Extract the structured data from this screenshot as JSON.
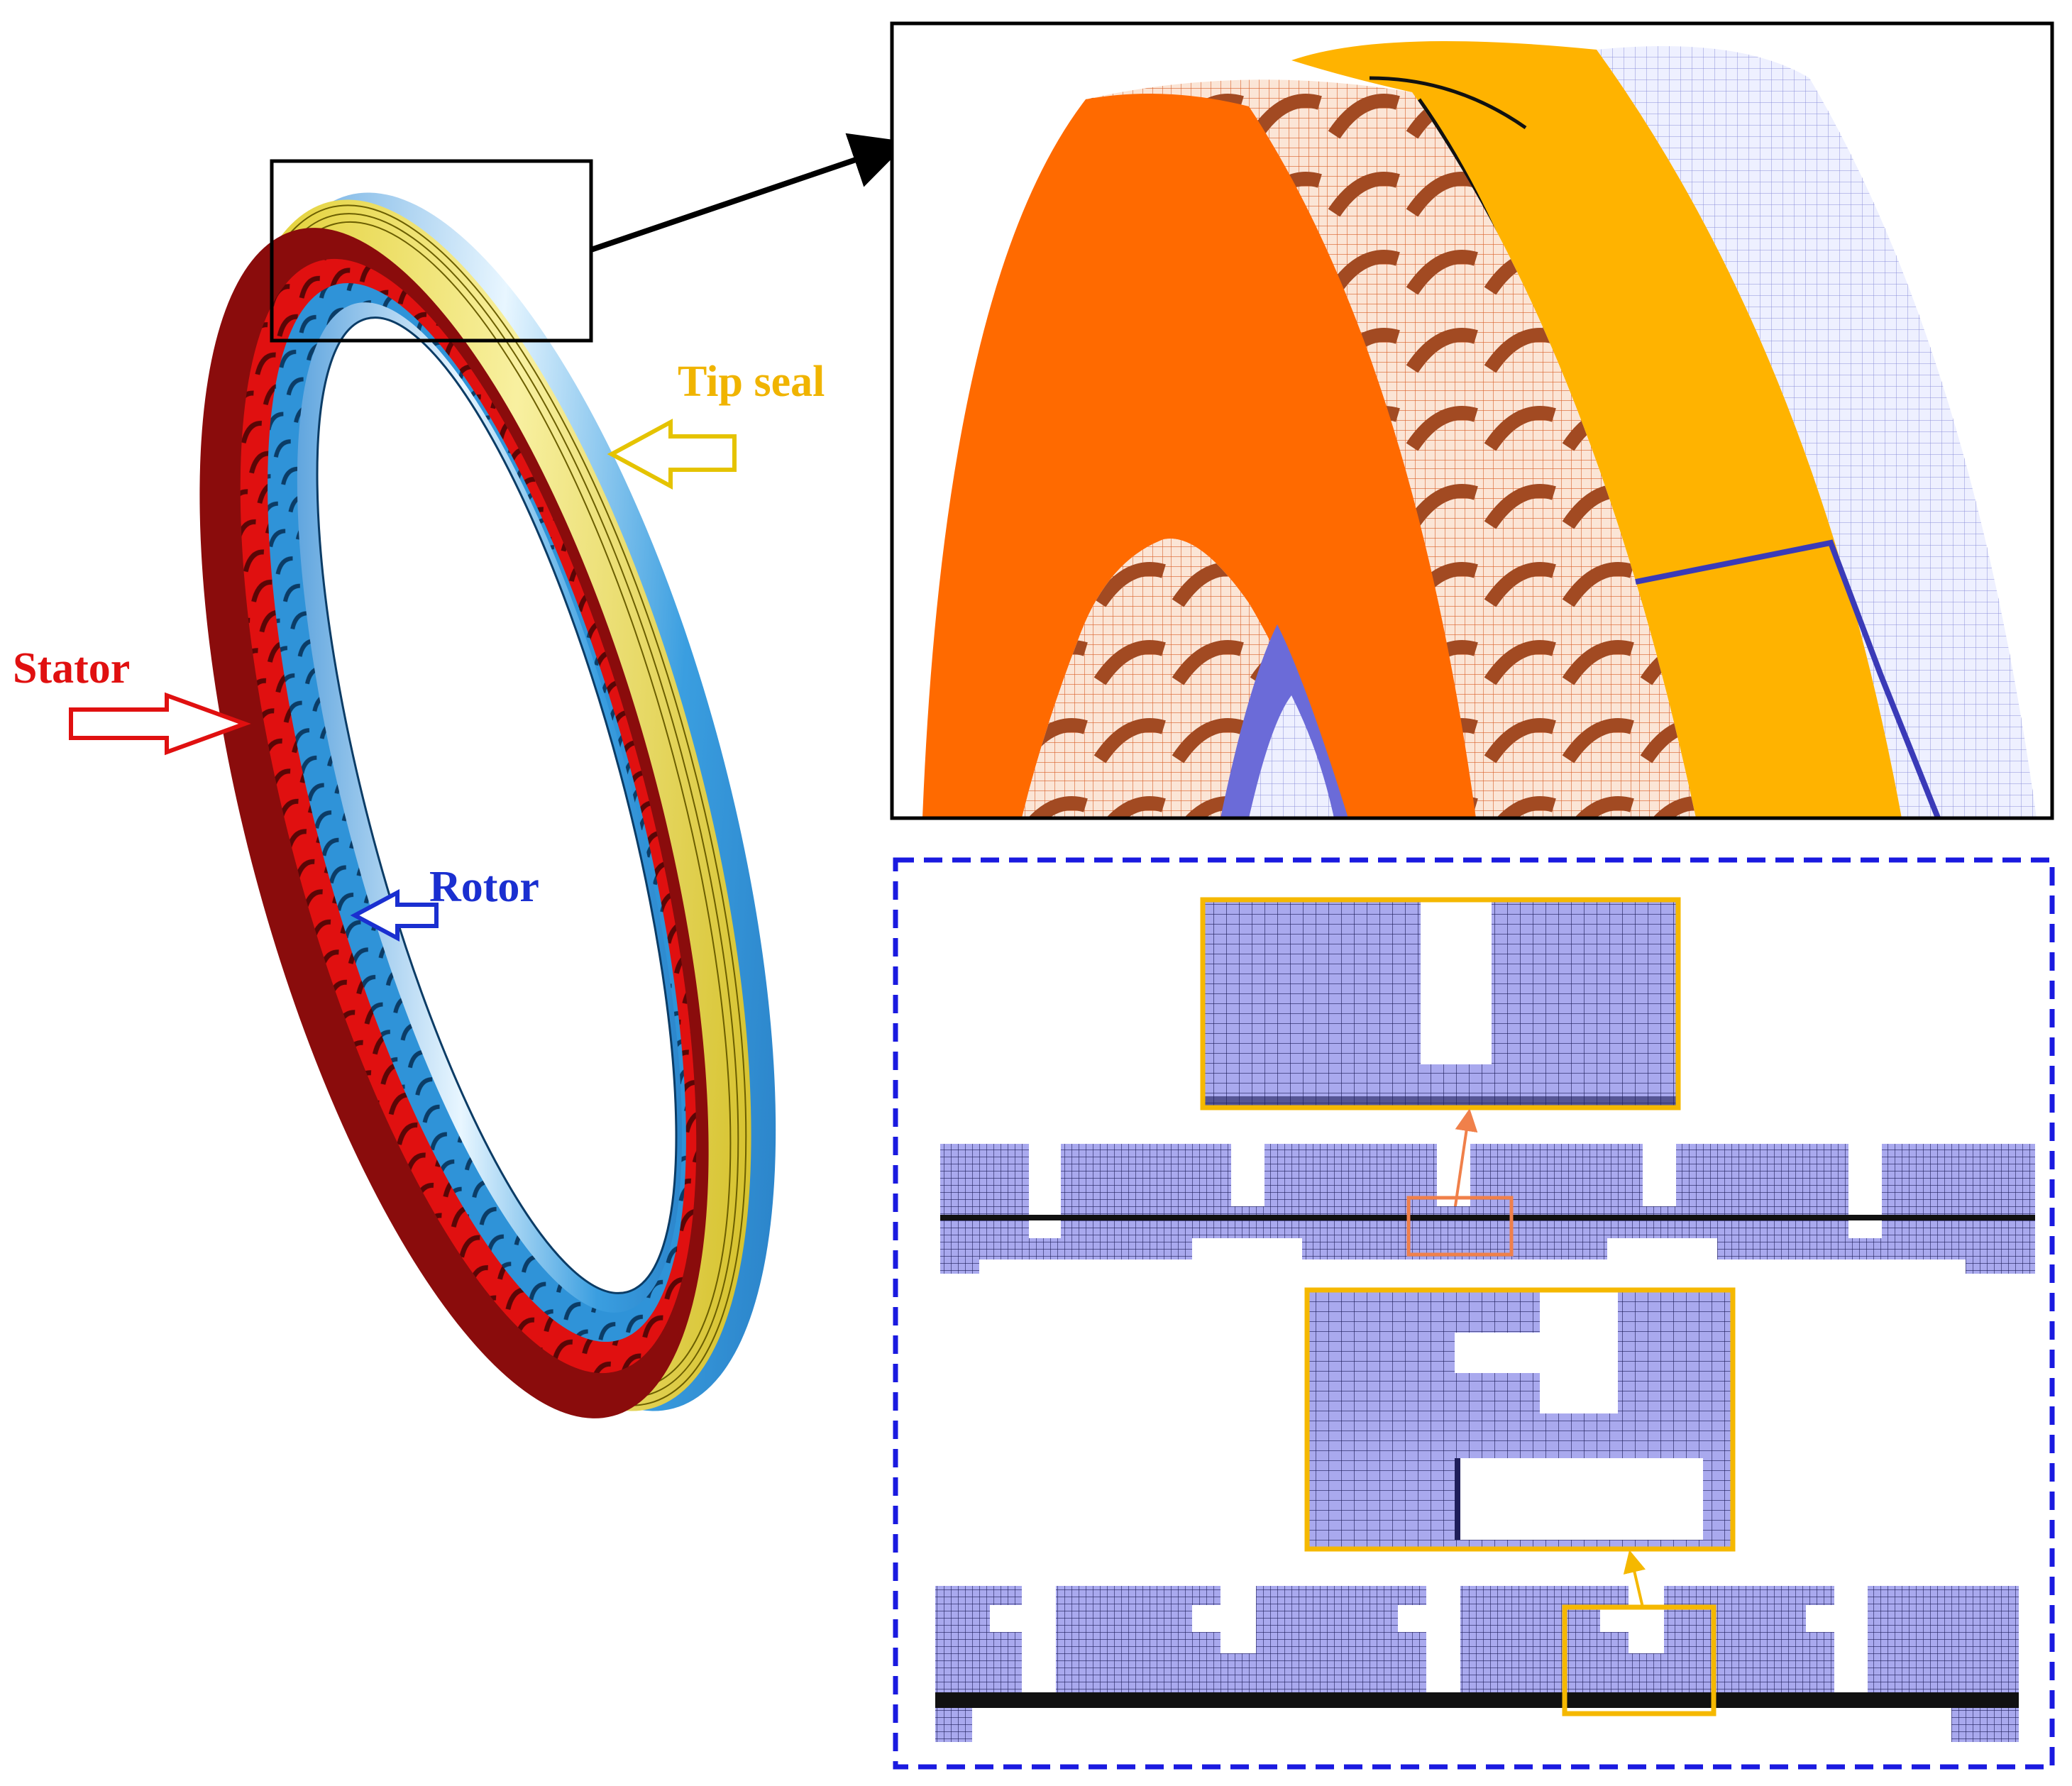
{
  "labels": {
    "tip_seal": "Tip seal",
    "stator": "Stator",
    "rotor": "Rotor"
  },
  "colors": {
    "stator": "#e01010",
    "stator_dark": "#8a0c0c",
    "rotor": "#2a8fd6",
    "tip_seal": "#e8c500",
    "mesh_orange": "#ff6a00",
    "mesh_yellow": "#ffb300",
    "mesh_blue": "#a9a9ee",
    "detail_frame": "#1a1ae0",
    "zoom_orange": "#f0804a",
    "zoom_yellow": "#f5b800",
    "label_tip_seal": "#f0b400",
    "label_stator": "#e01010",
    "label_rotor": "#1a2fd0"
  },
  "icons": [
    "tip-seal-arrow-icon",
    "stator-arrow-icon",
    "rotor-arrow-icon",
    "zoom-arrow-icon"
  ]
}
